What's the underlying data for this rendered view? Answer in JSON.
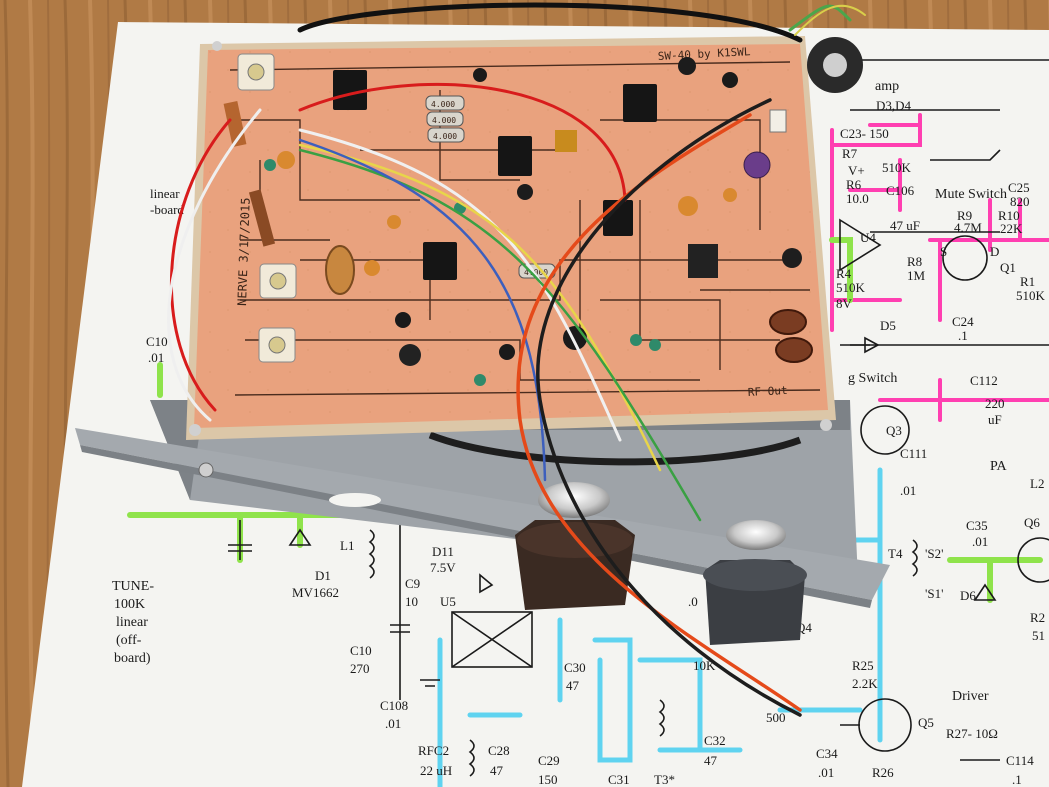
{
  "photo": {
    "colors": {
      "table": "#b07a45",
      "paper": "#f4f4f1",
      "pcb_copper": "#e9a27e",
      "chassis": "#9ea3a8",
      "trace_green": "#8fe34b",
      "trace_pink": "#ff3fb1",
      "trace_blue": "#5fd3f0"
    }
  },
  "pcb": {
    "silkscreen": {
      "title": "SW-40 by K1SWL",
      "date_label": "NERVE 3/17/2015",
      "rf_out": "RF Out",
      "crystal_labels": [
        "4.000",
        "4.000",
        "4.000",
        "4.000"
      ]
    }
  },
  "schematic": {
    "labels": {
      "amp": "amp",
      "d3d4": "D3,D4",
      "c23": "C23- 150",
      "r7": "R7",
      "r7_val": "510K",
      "vplus": "V+",
      "r6": "R6",
      "r6_val": "10.0",
      "c106": "C106",
      "mute_switch": "Mute Switch",
      "c25": "C25",
      "c25_val": "820",
      "r9": "R9",
      "r9_val": "4.7M",
      "r10": "R10",
      "r10_val": "22K",
      "c106_val": "47 uF",
      "u4": "U4",
      "s_pin": "S",
      "d_pin": "D",
      "q1": "Q1",
      "r8": "R8",
      "r8_val": "1M",
      "r1": "R1",
      "r1_val": "510K",
      "r4": "R4",
      "r4_val": "510K",
      "eight_v": "8V",
      "c24": "C24",
      "c24_val": ".1",
      "d5": "D5",
      "linear": "linear",
      "board": "-board",
      "c10x": "C10",
      "c10x_val": ".01",
      "g_switch": "g Switch",
      "c112": "C112",
      "c112_val": "220",
      "c112_unit": "uF",
      "q3": "Q3",
      "c111": "C111",
      "c111_val": ".01",
      "pa": "PA",
      "l2": "L2",
      "d11": "D11",
      "d11_val": "7.5V",
      "tune": "TUNE-",
      "tune_val": "100K",
      "tune_lin": "linear",
      "tune_off": "(off-",
      "tune_board": "board)",
      "d1": "D1",
      "d1_part": "MV1662",
      "l1": "L1",
      "c9": "C9",
      "c9_val": "10",
      "c10": "C10",
      "c10_val": "270",
      "c108": "C108",
      "c108_val": ".01",
      "u5": "U5",
      "rfc2": "RFC2",
      "rfc2_val": "22 uH",
      "c28": "C28",
      "c28_val": "47",
      "c29": "C29",
      "c29_val": "150",
      "c30": "C30",
      "c30_val": "47",
      "c31": "C31",
      "c32": "C32",
      "c32_val": "47",
      "t3": "T3*",
      "k10": "10K",
      "r25": "R25",
      "r25_val": "2.2K",
      "driver": "Driver",
      "q5": "Q5",
      "r27": "R27- 10Ω",
      "c34": "C34",
      "c34_val": ".01",
      "r26": "R26",
      "c114": "C114",
      "c114_val": ".1",
      "q4": "Q4",
      "c35": "C35",
      "c35_val": ".01",
      "q6": "Q6",
      "t4": "T4",
      "s2": "'S2'",
      "s1": "'S1'",
      "d6": "D6",
      "r2x": "R2",
      "r2x_val": "51",
      "pot500": "500",
      "c7": ".0"
    }
  }
}
